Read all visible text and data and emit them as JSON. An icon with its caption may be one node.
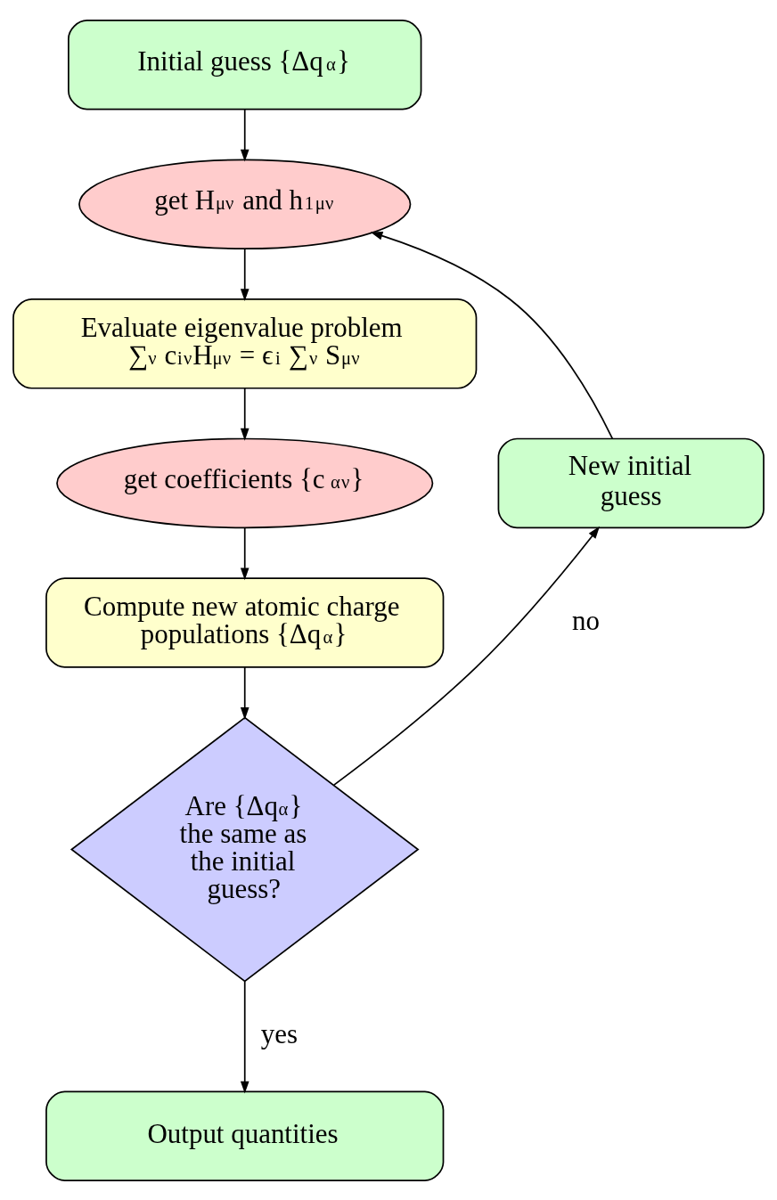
{
  "diagram": {
    "nodes": [
      {
        "text": [
          "Initial guess {Δq$_{α}$}"
        ]
      },
      {
        "text": [
          "get H$_{μν}$ and h$^{1}$$_{μν}$"
        ]
      },
      {
        "text": [
          "Evaluate eigenvalue problem",
          "∑$_{ν}$ c$^{i}$$_{ν}$H$_{μν}$ = ϵ$_{i}$ ∑$_{ν}$ S$_{μν}$"
        ]
      },
      {
        "text": [
          "get coefficients {c$^{α}$$_{ν}$}"
        ]
      },
      {
        "text": [
          "Compute new atomic charge populations {Δq$_{α}$}"
        ]
      },
      {
        "text": [
          "Are {Δq$_{α}$} the same as the initial guess?"
        ]
      },
      {
        "text": [
          "New initial guess"
        ]
      },
      {
        "text": [
          "Output quantities"
        ]
      }
    ],
    "edges": [
      {
        "from": 0,
        "to": 1,
        "arrow": "to"
      },
      {
        "from": 1,
        "to": 2,
        "arrow": "to"
      },
      {
        "from": 2,
        "to": 3,
        "arrow": "to"
      },
      {
        "from": 3,
        "to": 4,
        "arrow": "to"
      },
      {
        "from": 4,
        "to": 5,
        "arrow": "to"
      },
      {
        "from": 5,
        "to": 6,
        "arrow": "to",
        "label": "no"
      },
      {
        "from": 6,
        "to": 1,
        "arrow": "to"
      },
      {
        "from": 5,
        "to": 7,
        "arrow": "to",
        "label": "yes"
      }
    ]
  }
}
